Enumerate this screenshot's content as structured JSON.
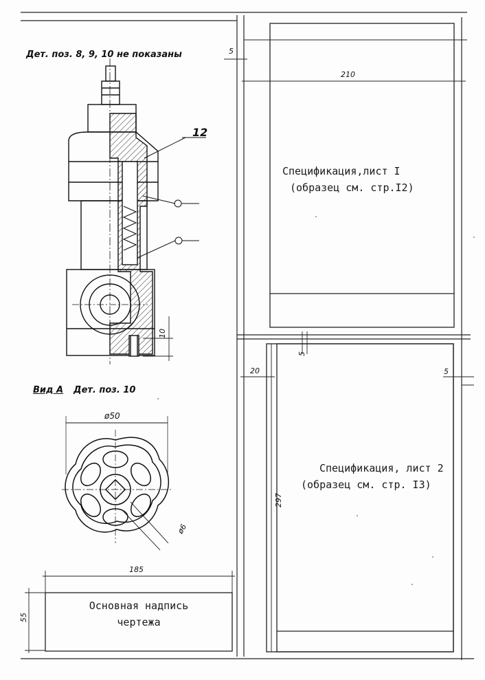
{
  "notes": {
    "not_shown": "Дет. поз. 8, 9, 10 не показаны",
    "view_a": "Вид А",
    "view_a_detail": "Дет. поз. 10",
    "callout_12": "12"
  },
  "dimensions": {
    "dim_5_top": "5",
    "dim_210": "210",
    "dim_10": "10",
    "dim_d50": "ø50",
    "dim_d6": "ø6",
    "dim_5_mid": "5",
    "dim_20": "20",
    "dim_5_right": "5",
    "dim_297": "297",
    "dim_185": "185",
    "dim_55": "55"
  },
  "spec_sheet_1": {
    "line1": "Спецификация,лист I",
    "line2": "(образец см. стр.I2)"
  },
  "spec_sheet_2": {
    "line1": "Спецификация, лист 2",
    "line2": "(образец см. стр. I3)"
  },
  "title_block": {
    "line1": "Основная надпись",
    "line2": "чертежа"
  }
}
